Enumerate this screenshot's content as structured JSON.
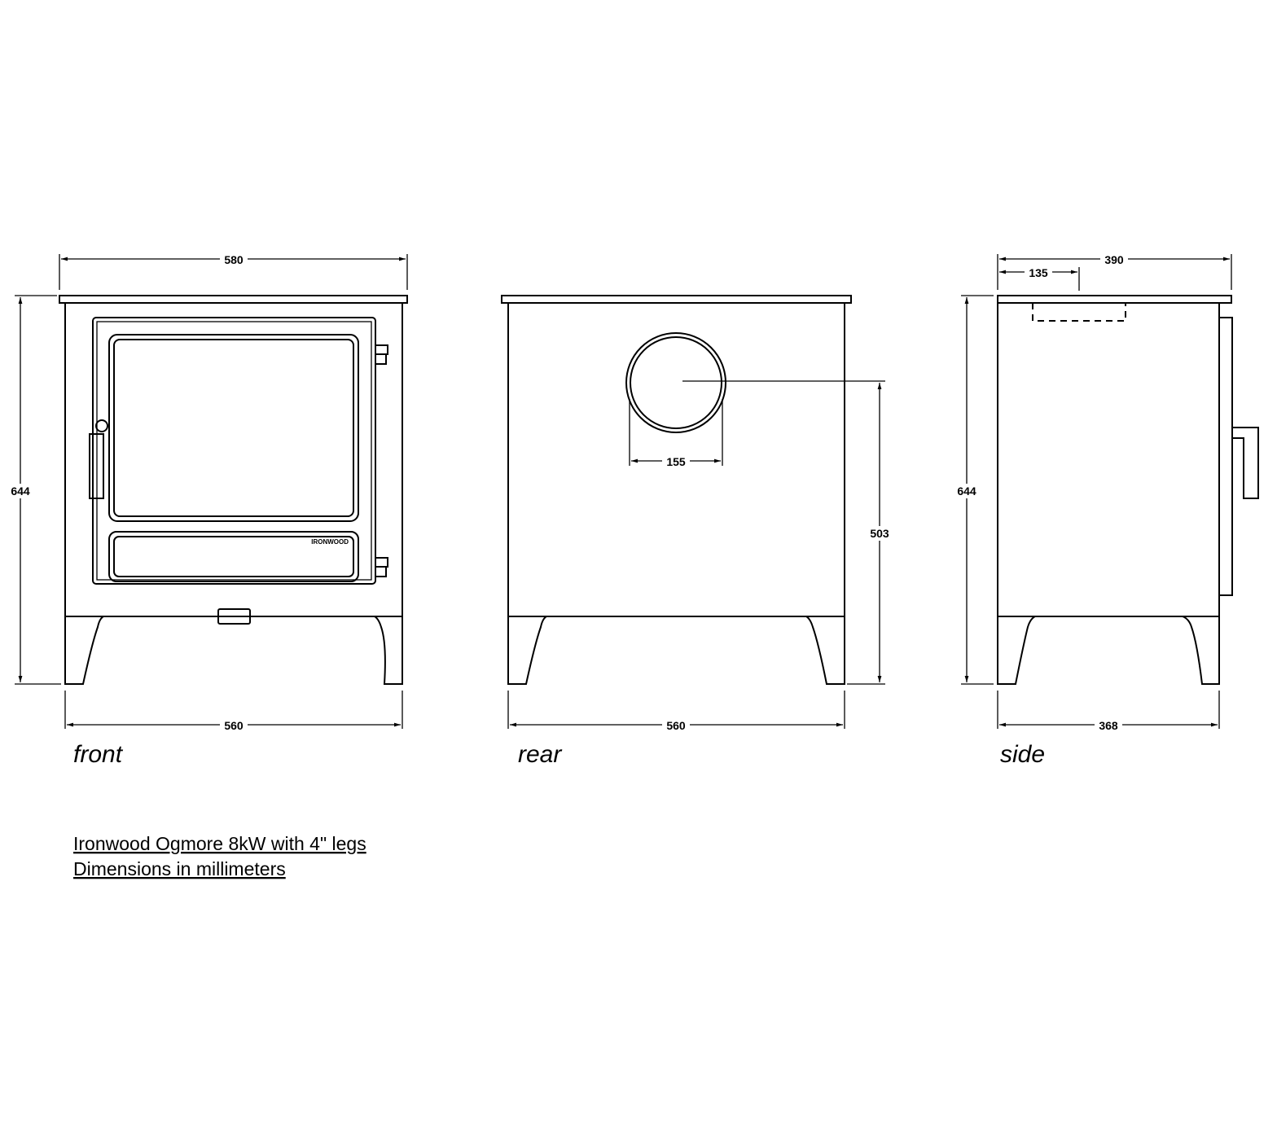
{
  "views": {
    "front": {
      "label": "front",
      "brand": "IRONWOOD",
      "dims": {
        "top_width": "580",
        "height": "644",
        "base_width": "560"
      }
    },
    "rear": {
      "label": "rear",
      "dims": {
        "flue_diameter": "155",
        "flue_height": "503",
        "base_width": "560"
      }
    },
    "side": {
      "label": "side",
      "dims": {
        "top_depth": "390",
        "flue_offset": "135",
        "height": "644",
        "base_depth": "368"
      }
    }
  },
  "caption": {
    "line1": "Ironwood Ogmore 8kW with 4\" legs",
    "line2": "Dimensions in millimeters"
  }
}
